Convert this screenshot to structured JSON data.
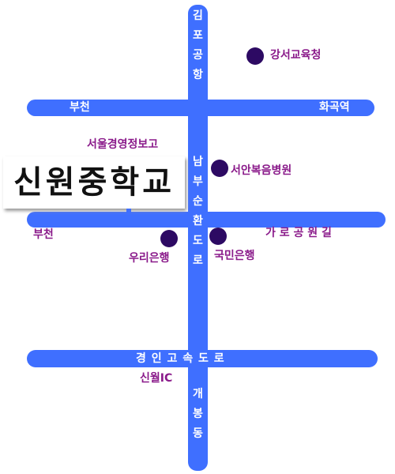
{
  "colors": {
    "road": "#3f6fff",
    "label": "#8a1a8a",
    "marker": "#2d0a63"
  },
  "roads": {
    "vertical_top": "김포공항",
    "vertical_mid": "남부순환도로",
    "vertical_bottom": "개봉동",
    "h1_left": "부천",
    "h1_right": "화곡역",
    "h3_center": "경 인 고 속 도 로"
  },
  "places": {
    "gangseo": "강서교육청",
    "seoul_hs": "서울경영정보고",
    "seoan": "서안복음병원",
    "bucheon2": "부천",
    "garo": "가 로 공 원 길",
    "woori": "우리은행",
    "kookmin": "국민은행",
    "sinwol_ic": "신월IC"
  },
  "school": {
    "name": "신원중학교"
  }
}
